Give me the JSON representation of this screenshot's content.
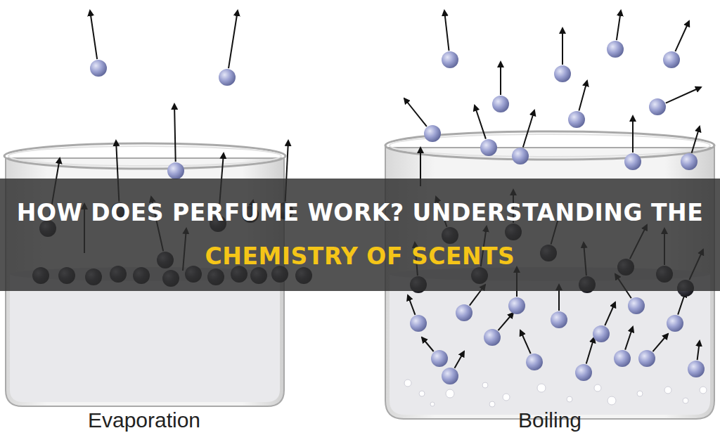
{
  "diagram": {
    "title": "HOW DOES PERFUME WORK? UNDERSTANDING THE",
    "labels": [
      "CHEMISTRY OF SCENTS",
      "Evaporation",
      "Boiling"
    ]
  }
}
